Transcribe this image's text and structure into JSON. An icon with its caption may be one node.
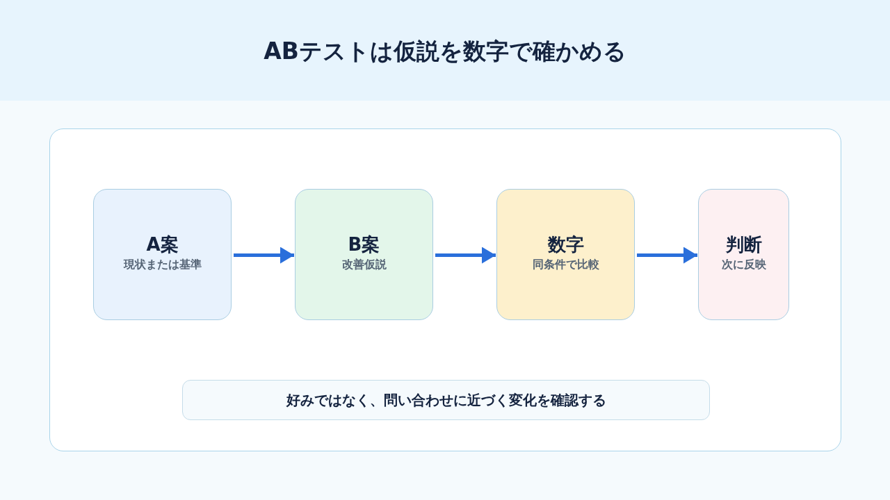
{
  "diagram": {
    "title": "ABテストは仮説を数字で確かめる",
    "nodes": [
      {
        "text": [],
        "shape": "box"
      },
      {
        "text": [
          "A案",
          "現状または基準"
        ],
        "in": 0
      },
      {
        "text": [
          "B案",
          "改善仮説"
        ],
        "in": 0
      },
      {
        "text": [
          "数字",
          "同条件で比較"
        ],
        "in": 0
      },
      {
        "text": [
          "判断",
          "次に反映"
        ],
        "in": 0
      },
      {
        "text": [
          "好みではなく、問い合わせに近づく変化を確認する"
        ],
        "in": 0
      }
    ],
    "edges": [
      {
        "from": 1,
        "to": 2,
        "arrow": "to"
      },
      {
        "from": 2,
        "to": 3,
        "arrow": "to"
      },
      {
        "from": 3,
        "to": 4,
        "arrow": "to"
      }
    ]
  }
}
